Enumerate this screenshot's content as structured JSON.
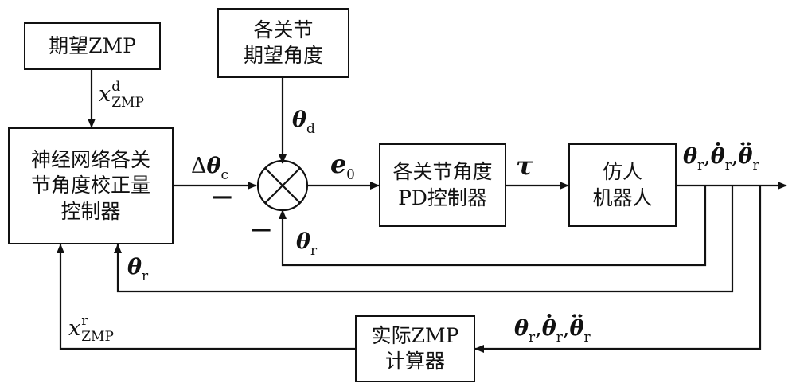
{
  "blocks": {
    "desired_zmp": "期望ZMP",
    "joint_desired_angle": [
      "各关节",
      "期望角度"
    ],
    "nn_controller": [
      "神经网络各关",
      "节角度校正量",
      "控制器"
    ],
    "pd_controller": [
      "各关节角度",
      "PD控制器"
    ],
    "humanoid_robot": [
      "仿人",
      "机器人"
    ],
    "actual_zmp": [
      "实际ZMP",
      "计算器"
    ]
  },
  "signals": {
    "x": "x",
    "zmp": "ZMP",
    "sup_d": "d",
    "sup_r": "r",
    "theta": "θ",
    "sub_d": "d",
    "sub_r": "r",
    "sub_c": "c",
    "delta": "Δ",
    "e": "e",
    "tau": "τ",
    "comma": ",",
    "minus": "—"
  }
}
